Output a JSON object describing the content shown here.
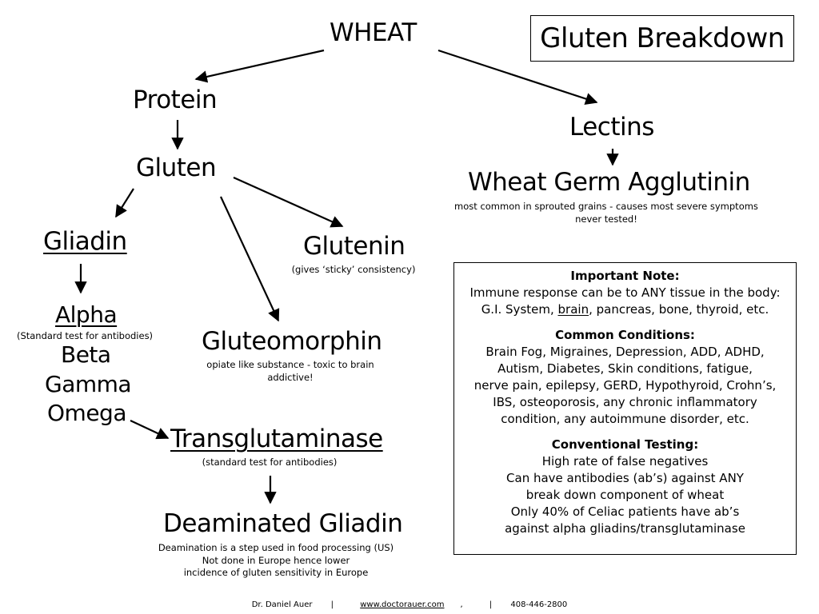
{
  "title": "Gluten Breakdown",
  "nodes": {
    "wheat": "WHEAT",
    "protein": "Protein",
    "gluten": "Gluten",
    "lectins": "Lectins",
    "wga": "Wheat Germ Agglutinin",
    "wga_note_1": "most common in sprouted grains - causes most severe symptoms",
    "wga_note_2": "never tested!",
    "gliadin": "Gliadin",
    "glutenin": "Glutenin",
    "glutenin_note": "(gives ‘sticky’ consistency)",
    "alpha": "Alpha",
    "alpha_note": "(Standard test for antibodies)",
    "beta": "Beta",
    "gamma": "Gamma",
    "omega": "Omega",
    "gluteomorphin": "Gluteomorphin",
    "gluteomorphin_note_1": "opiate like substance - toxic to brain",
    "gluteomorphin_note_2": "addictive!",
    "transglutaminase": "Transglutaminase",
    "transglutaminase_note": "(standard test for antibodies)",
    "deaminated": "Deaminated Gliadin",
    "deaminated_note_1": "Deamination is a step used in food processing (US)",
    "deaminated_note_2": "Not done in Europe hence lower",
    "deaminated_note_3": "incidence of gluten sensitivity in Europe"
  },
  "note_box": {
    "important_heading": "Important Note:",
    "important_line_1": "Immune response can be to ANY tissue in the body:",
    "important_line_2_prefix": "G.I. System, ",
    "important_line_2_link": "brain",
    "important_line_2_suffix": ", pancreas, bone, thyroid, etc.",
    "conditions_heading": "Common Conditions:",
    "conditions_lines": [
      "Brain Fog, Migraines, Depression, ADD, ADHD,",
      "Autism, Diabetes, Skin conditions, fatigue,",
      "nerve pain, epilepsy, GERD, Hypothyroid, Crohn’s,",
      "IBS, osteoporosis, any chronic inflammatory",
      "condition, any autoimmune disorder, etc."
    ],
    "testing_heading": "Conventional Testing:",
    "testing_lines": [
      "High rate of false negatives",
      "Can have antibodies (ab’s) against ANY",
      "break down component of wheat",
      "Only 40% of Celiac patients have ab’s",
      "against alpha gliadins/transglutaminase"
    ]
  },
  "footer": {
    "author": "Dr. Daniel Auer",
    "sep": "|",
    "website": "www.doctorauer.com",
    "website_suffix": ",",
    "phone": "408-446-2800"
  }
}
